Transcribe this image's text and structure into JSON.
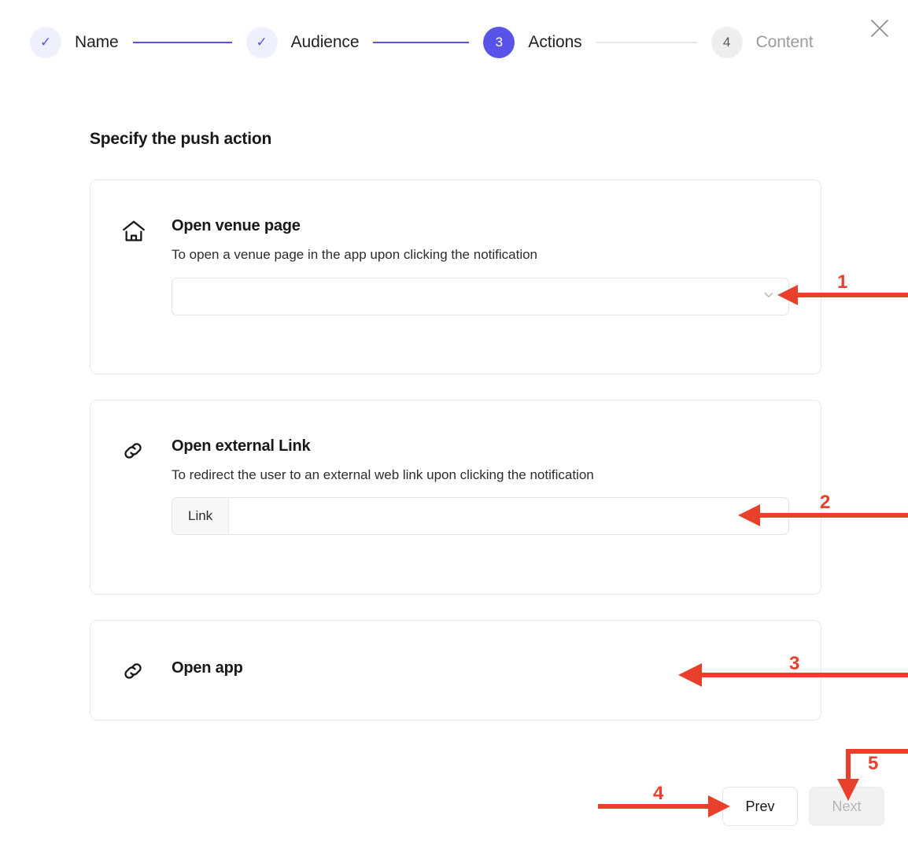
{
  "stepper": {
    "steps": [
      {
        "id": "name",
        "marker": "✓",
        "label": "Name",
        "state": "done"
      },
      {
        "id": "audience",
        "marker": "✓",
        "label": "Audience",
        "state": "done"
      },
      {
        "id": "actions",
        "marker": "3",
        "label": "Actions",
        "state": "active"
      },
      {
        "id": "content",
        "marker": "4",
        "label": "Content",
        "state": "todo"
      }
    ],
    "connectors": [
      "filled",
      "filled",
      "empty"
    ]
  },
  "close_button": {
    "icon": "close-icon",
    "label": "×"
  },
  "page": {
    "title": "Specify the push action"
  },
  "cards": [
    {
      "id": "open-venue-page",
      "icon": "home-icon",
      "title": "Open venue page",
      "description": "To open a venue page in the app upon clicking the notification",
      "field": {
        "kind": "select",
        "value": "",
        "placeholder": "",
        "chevron": "chevron-down-icon"
      }
    },
    {
      "id": "open-external-link",
      "icon": "link-icon",
      "title": "Open external Link",
      "description": "To redirect the user to an external web link upon clicking the notification",
      "field": {
        "kind": "input-group",
        "addon_label": "Link",
        "value": "",
        "placeholder": ""
      }
    },
    {
      "id": "open-app",
      "icon": "link-icon",
      "title": "Open app",
      "description": "",
      "field": null
    }
  ],
  "footer": {
    "prev_label": "Prev",
    "next_label": "Next",
    "next_disabled": true
  },
  "annotations": {
    "color": "#e8402a",
    "markers": [
      {
        "number": "1",
        "target": "venue-select-chevron"
      },
      {
        "number": "2",
        "target": "link-input"
      },
      {
        "number": "3",
        "target": "open-app-card"
      },
      {
        "number": "4",
        "target": "prev-button"
      },
      {
        "number": "5",
        "target": "next-button"
      }
    ]
  },
  "colors": {
    "accent_purple": "#5a53e8",
    "step_done_bg": "#eef0fd",
    "step_todo_bg": "#eeeeef",
    "annotation_red": "#e8402a",
    "card_border": "#eaeaec"
  }
}
